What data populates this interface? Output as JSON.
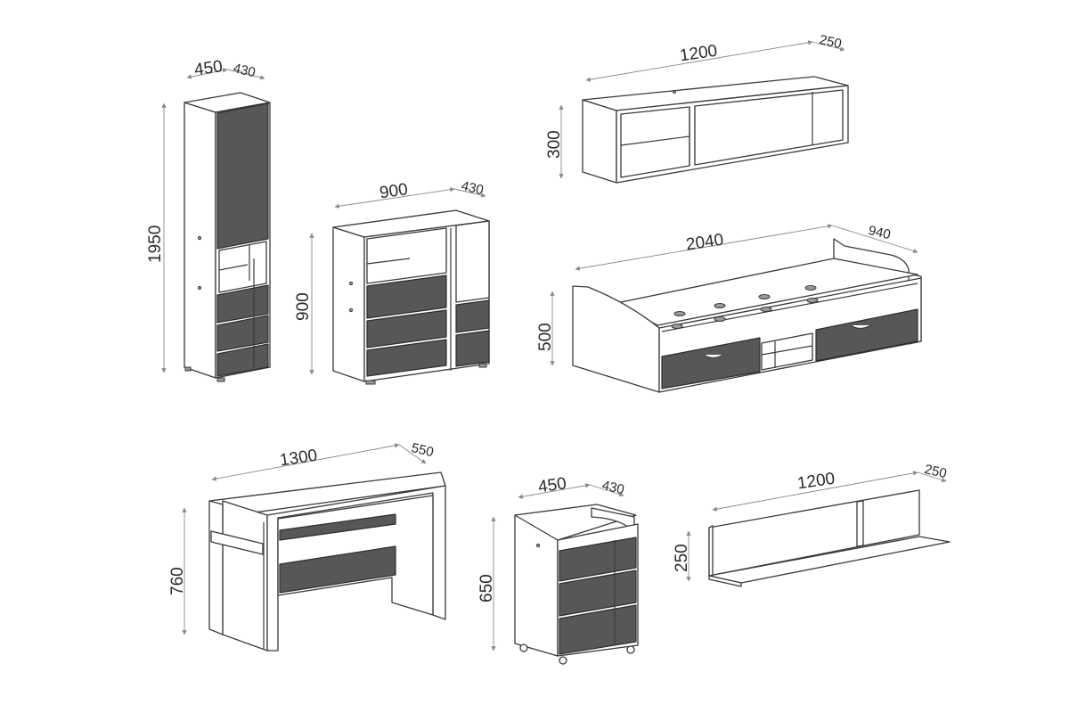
{
  "items": [
    {
      "id": "tall-cabinet",
      "width": "450",
      "depth": "430",
      "height": "1950"
    },
    {
      "id": "chest-of-drawers",
      "width": "900",
      "depth": "430",
      "height": "900"
    },
    {
      "id": "wall-shelf-unit",
      "width": "1200",
      "depth": "250",
      "height": "300"
    },
    {
      "id": "bed",
      "width": "2040",
      "depth": "940",
      "height": "500"
    },
    {
      "id": "desk",
      "width": "1300",
      "depth": "550",
      "height": "760"
    },
    {
      "id": "mobile-drawer-unit",
      "width": "450",
      "depth": "430",
      "height": "650"
    },
    {
      "id": "wall-shelf",
      "width": "1200",
      "depth": "250",
      "height": "250"
    }
  ],
  "colors": {
    "line": "#3a3a3a",
    "fronts": "#575757",
    "dimension": "#8a8a8a",
    "background": "#ffffff"
  }
}
